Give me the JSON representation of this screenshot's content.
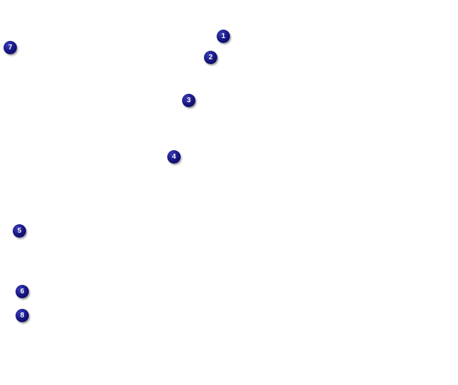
{
  "callouts": [
    {
      "label": "1"
    },
    {
      "label": "2"
    },
    {
      "label": "3"
    },
    {
      "label": "4"
    },
    {
      "label": "5"
    },
    {
      "label": "6"
    },
    {
      "label": "7"
    },
    {
      "label": "8"
    }
  ],
  "colors": {
    "callout_fill": "#14147a",
    "callout_text": "#ffffff",
    "background": "#ffffff"
  }
}
